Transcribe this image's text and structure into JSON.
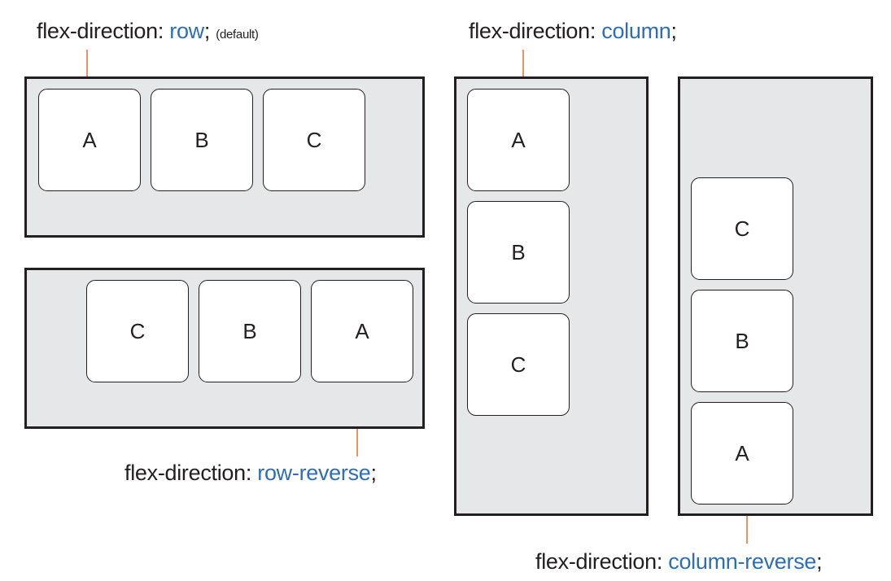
{
  "row": {
    "prefix": "flex-direction: ",
    "value": "row",
    "suffix": ";",
    "note": "(default)",
    "items": [
      "A",
      "B",
      "C"
    ]
  },
  "row_reverse": {
    "prefix": "flex-direction: ",
    "value": "row-reverse",
    "suffix": ";",
    "items": [
      "C",
      "B",
      "A"
    ]
  },
  "column": {
    "prefix": "flex-direction: ",
    "value": "column",
    "suffix": ";",
    "items": [
      "A",
      "B",
      "C"
    ]
  },
  "column_reverse": {
    "prefix": "flex-direction: ",
    "value": "column-reverse",
    "suffix": ";",
    "items": [
      "C",
      "B",
      "A"
    ]
  },
  "colors": {
    "keyword": "#2f6eb5",
    "leader": "#e8916b",
    "container_fill": "#e6e7e8",
    "border": "#231f20"
  }
}
